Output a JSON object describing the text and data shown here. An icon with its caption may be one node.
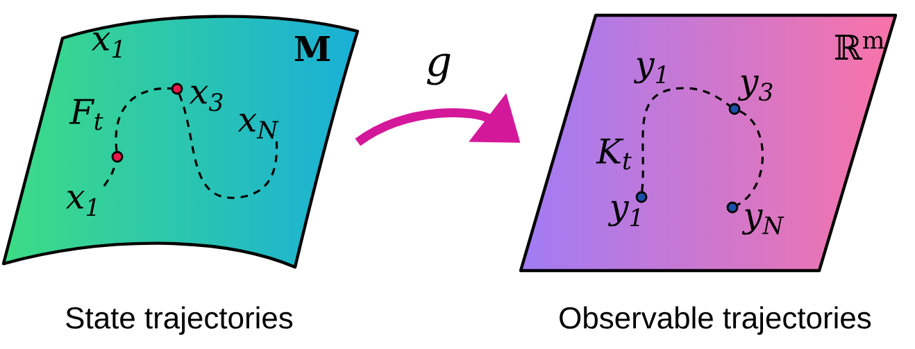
{
  "diagram": {
    "nodes": [
      {
        "text": [
          "M",
          "x$_{1}$",
          "F$_{t}$",
          "x$_{3}$",
          "x$_{N}$",
          "x$_{1}$"
        ],
        "beside": [
          "State trajectories"
        ]
      },
      {
        "text": [
          "ℝ$^{m}$",
          "y$_{1}$",
          "y$_{3}$",
          "K$_{t}$",
          "y$_{1}$",
          "y$_{N}$"
        ],
        "beside": [
          "Observable trajectories"
        ]
      },
      {
        "text": [],
        "shape": "circle",
        "in": 0
      },
      {
        "text": [],
        "shape": "circle",
        "in": 0
      },
      {
        "text": [],
        "shape": "circle",
        "in": 1
      },
      {
        "text": [],
        "shape": "circle",
        "in": 1
      },
      {
        "text": [],
        "shape": "circle",
        "in": 1
      }
    ],
    "edges": [
      {
        "from": 0,
        "to": 1,
        "arrow": "to",
        "label": "g",
        "style": "thick",
        "color": "#d4189a"
      },
      {
        "from": null,
        "to": 2,
        "arrow": "none",
        "style": "dashed"
      },
      {
        "from": 2,
        "to": 3,
        "arrow": "none",
        "style": "dashed"
      },
      {
        "from": 3,
        "to": null,
        "arrow": "none",
        "style": "dashed"
      },
      {
        "from": 4,
        "to": 5,
        "arrow": "none",
        "style": "dashed"
      },
      {
        "from": 5,
        "to": 6,
        "arrow": "none",
        "style": "dashed"
      }
    ]
  }
}
